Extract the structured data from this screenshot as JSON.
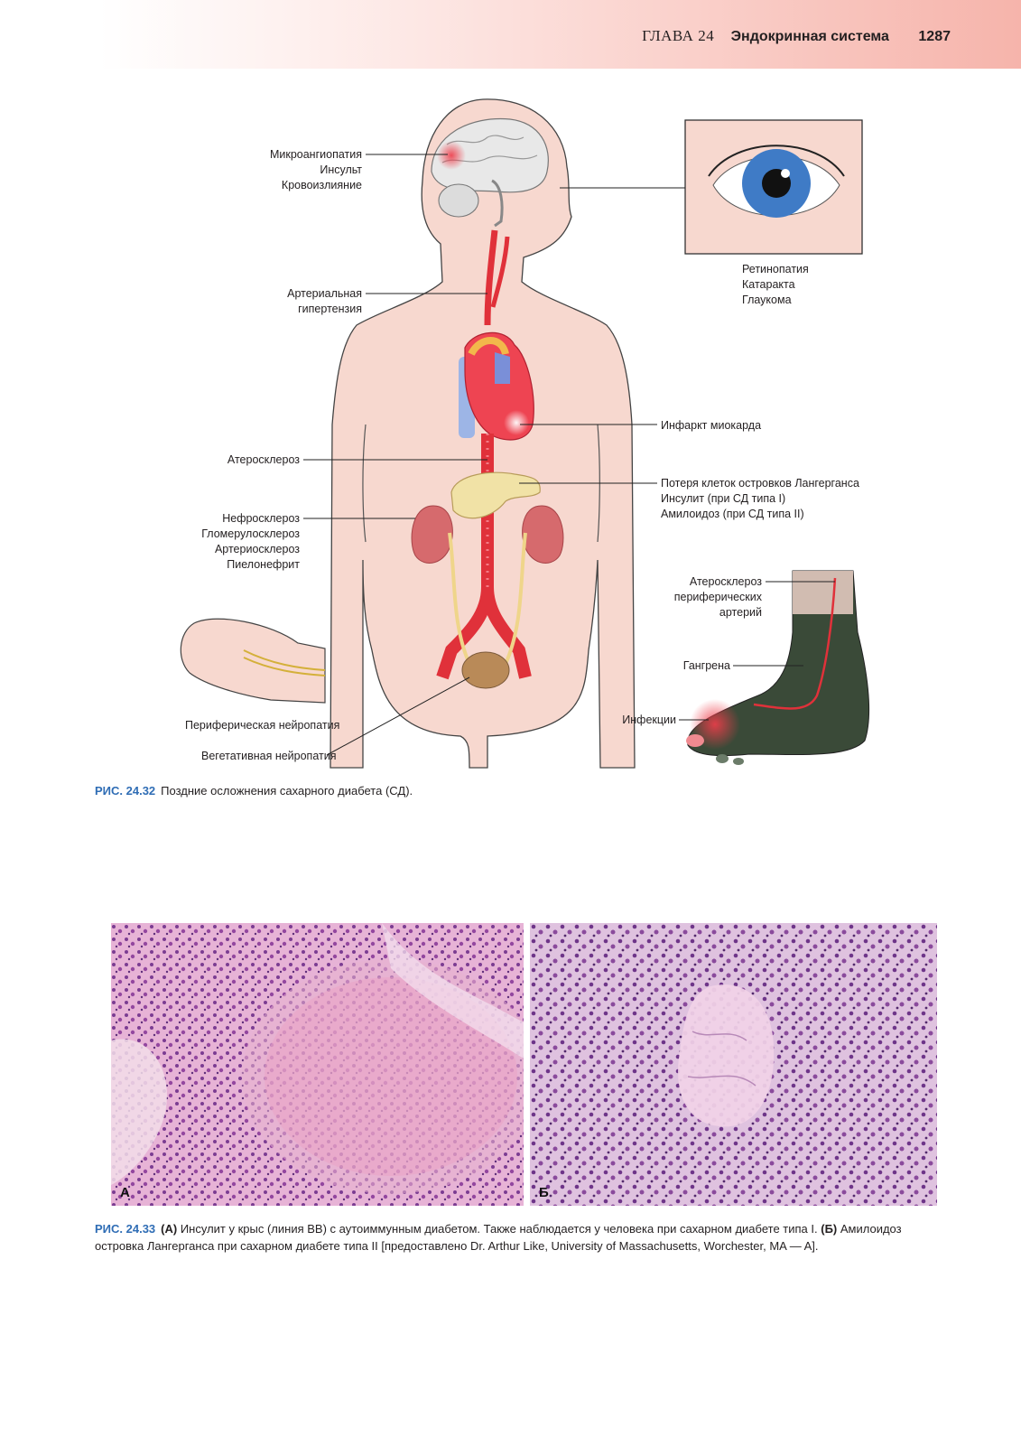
{
  "header": {
    "chapter": "ГЛАВА 24",
    "title": "Эндокринная система",
    "page_number": "1287"
  },
  "figure1": {
    "labels": {
      "brain": [
        "Микроангиопатия",
        "Инсульт",
        "Кровоизлияние"
      ],
      "eye": [
        "Ретинопатия",
        "Катаракта",
        "Глаукома"
      ],
      "hypertension": [
        "Артериальная",
        "гипертензия"
      ],
      "infarct": "Инфаркт миокарда",
      "atherosclerosis": "Атеросклероз",
      "pancreas": [
        "Потеря клеток островков Лангерганса",
        "Инсулит (при СД типа I)",
        "Амилоидоз (при СД типа II)"
      ],
      "kidney": [
        "Нефросклероз",
        "Гломерулосклероз",
        "Артериосклероз",
        "Пиелонефрит"
      ],
      "peripheral_atherosclerosis": [
        "Атеросклероз",
        "периферических",
        "артерий"
      ],
      "gangrene": "Гангрена",
      "infections": "Инфекции",
      "peripheral_neuropathy": "Периферическая нейропатия",
      "autonomic_neuropathy": "Вегетативная нейропатия"
    },
    "caption_label": "РИС. 24.32",
    "caption_text": "Поздние осложнения сахарного диабета (СД)."
  },
  "figure2": {
    "panel_a_label": "А",
    "panel_b_label": "Б",
    "caption_label": "РИС. 24.33",
    "caption_a_marker": "(А)",
    "caption_a_text": " Инсулит у крыс (линия ВВ) с аутоиммунным диабетом. Также наблюдается у человека при сахарном диабете типа I. ",
    "caption_b_marker": "(Б)",
    "caption_b_text": " Амилоидоз островка Лангерганса при сахарном диабете типа II [предоставлено Dr. Arthur Like, University of Massachusetts, Worchester, MA — A]."
  },
  "colors": {
    "accent_blue": "#2f6db5",
    "skin": "#f7d8cf",
    "artery": "#e0313a",
    "gangrene": "#3a4a38",
    "stain_pink": "#e3a9cf",
    "stain_purple": "#8a3f95"
  }
}
